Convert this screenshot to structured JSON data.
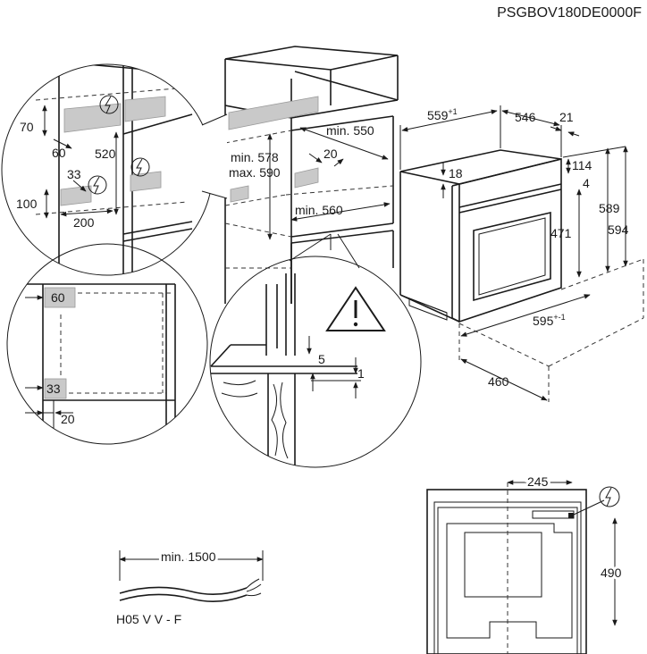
{
  "code": "PSGBOV180DE0000F",
  "cabinet": {
    "min_height": "min. 578",
    "max_height": "max. 590",
    "min_depth": "min. 550",
    "gap": "20",
    "min_width": "min. 560"
  },
  "oven": {
    "width": "559",
    "width_tol": "+1",
    "depth_body": "546",
    "depth_front": "21",
    "top_offset": "18",
    "side_a": "114",
    "side_b": "4",
    "inner_h": "471",
    "height_a": "589",
    "height_b": "594",
    "front_w": "595",
    "front_w_tol": "+-1",
    "depth_total": "460"
  },
  "detail_vent": {
    "d70": "70",
    "d60": "60",
    "d520": "520",
    "d33": "33",
    "d100": "100",
    "d200": "200"
  },
  "detail_section": {
    "d60": "60",
    "d33": "33",
    "d20": "20"
  },
  "detail_warning": {
    "d5": "5",
    "d1": "1"
  },
  "cable": {
    "length": "min. 1500",
    "type": "H05 V V - F"
  },
  "back_view": {
    "width": "245",
    "height": "490"
  },
  "icons": [
    "electric-hazard-icon",
    "warning-triangle-icon"
  ],
  "colors": {
    "line": "#1a1a1a",
    "shade": "#c9c9c9"
  }
}
